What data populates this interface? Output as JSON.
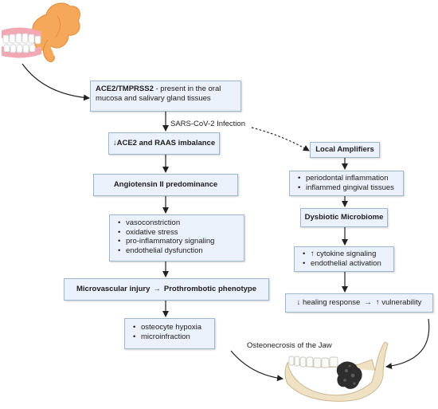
{
  "ace2_box": {
    "title": "ACE2/TMPRSS2",
    "text": " - present in the oral mucosa and salivary gland tissues"
  },
  "infection_label": "SARS-CoV-2 Infection",
  "imbalance_box": "↓ACE2 and RAAS imbalance",
  "angiotensin_box": "Angiotensin II predominance",
  "effects_list": [
    "vasoconstriction",
    "oxidative stress",
    "pro-inflammatory signaling",
    "endothelial dysfunction"
  ],
  "microvascular_box": {
    "left": "Microvascular injury",
    "arrow": "→",
    "right": "Prothrombotic phenotype"
  },
  "osteocyte_list": [
    "osteocyte hypoxia",
    "microinfraction"
  ],
  "local_amplifiers_box": "Local Amplifiers",
  "periodontal_list": [
    "periodontal inflammation",
    "inflammed gingival tissues"
  ],
  "dysbiotic_box": "Dysbiotic Microbiome",
  "cytokine_list": [
    "↑ cytokine signaling",
    "endothelial activation"
  ],
  "healing_box": {
    "left": "↓ healing response",
    "arrow": "→",
    "right": "↑ vulnerability"
  },
  "outcome_label": "Osteonecrosis of the Jaw",
  "colors": {
    "box_fill": "#eaf1fb",
    "box_border": "#9fb6d3",
    "gland": "#f5a85a",
    "bone": "#efe1c4",
    "necrosis": "#2e2e2e"
  },
  "icons": [
    "salivary-gland-teeth-illustration",
    "jaw-bone-illustration"
  ]
}
